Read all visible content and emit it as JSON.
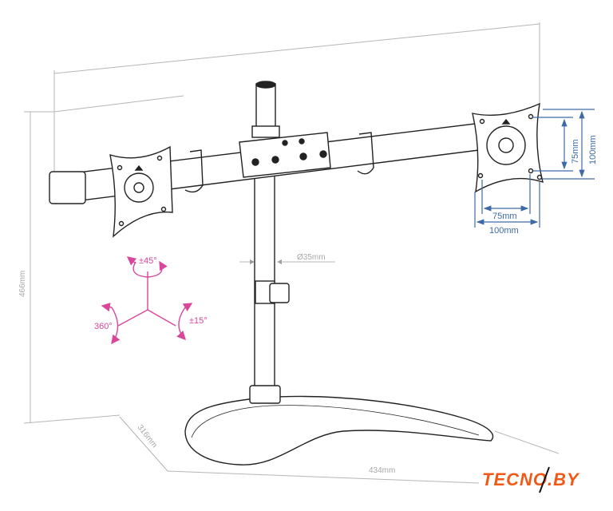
{
  "dimensions": {
    "height": "466mm",
    "depth": "316mm",
    "width": "434mm",
    "pole_diameter": "Ø35mm"
  },
  "vesa": {
    "horizontal_small": "75mm",
    "horizontal_large": "100mm",
    "vertical_small": "75mm",
    "vertical_large": "100mm"
  },
  "rotation": {
    "tilt": "±45°",
    "rotate": "360°",
    "swivel": "±15°"
  },
  "logo": "TECNO.BY",
  "colors": {
    "dimension": "#a8a8a8",
    "vesa": "#3d6aa6",
    "rotation": "#d9479a",
    "logo": "#f15a16"
  }
}
